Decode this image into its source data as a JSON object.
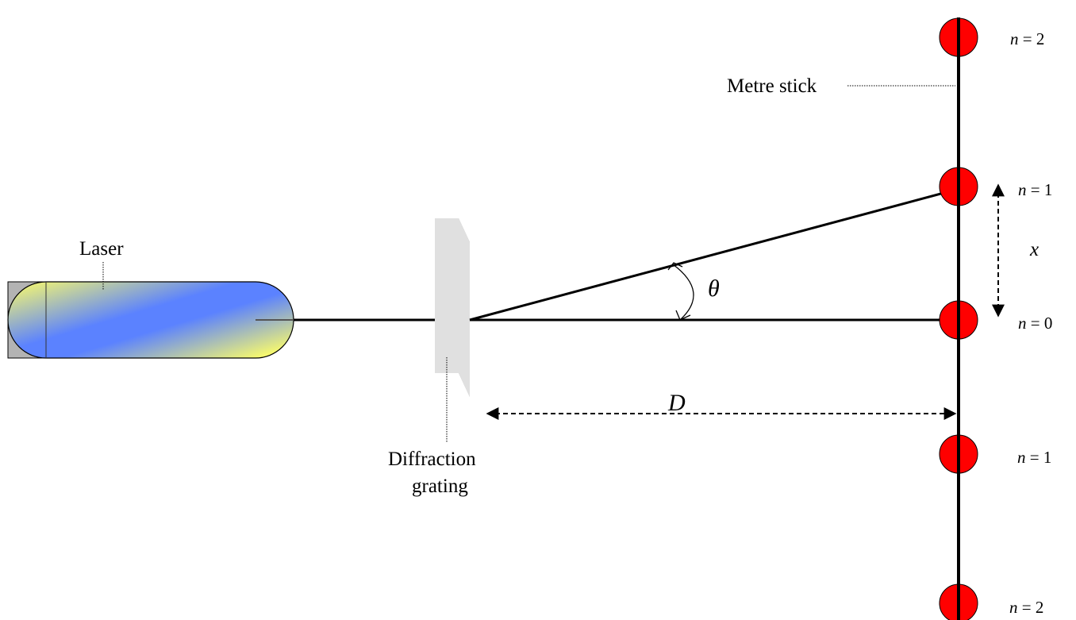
{
  "labels": {
    "laser": "Laser",
    "grating_line1": "Diffraction",
    "grating_line2": "grating",
    "metre_stick": "Metre stick",
    "theta": "θ",
    "distance": "D",
    "spacing": "x"
  },
  "orders": [
    {
      "n": "n",
      "eq": " = 2"
    },
    {
      "n": "n",
      "eq": " = 1"
    },
    {
      "n": "n",
      "eq": " = 0"
    },
    {
      "n": "n",
      "eq": " = 1"
    },
    {
      "n": "n",
      "eq": " = 2"
    }
  ],
  "colors": {
    "spot": "#ff0000",
    "laser_blue": "#5b82ff",
    "laser_yellow": "#ffff66",
    "laser_cap": "#b3b3b3",
    "grating_face": "#e0e0e0",
    "grating_edge": "#a6a6a6"
  }
}
